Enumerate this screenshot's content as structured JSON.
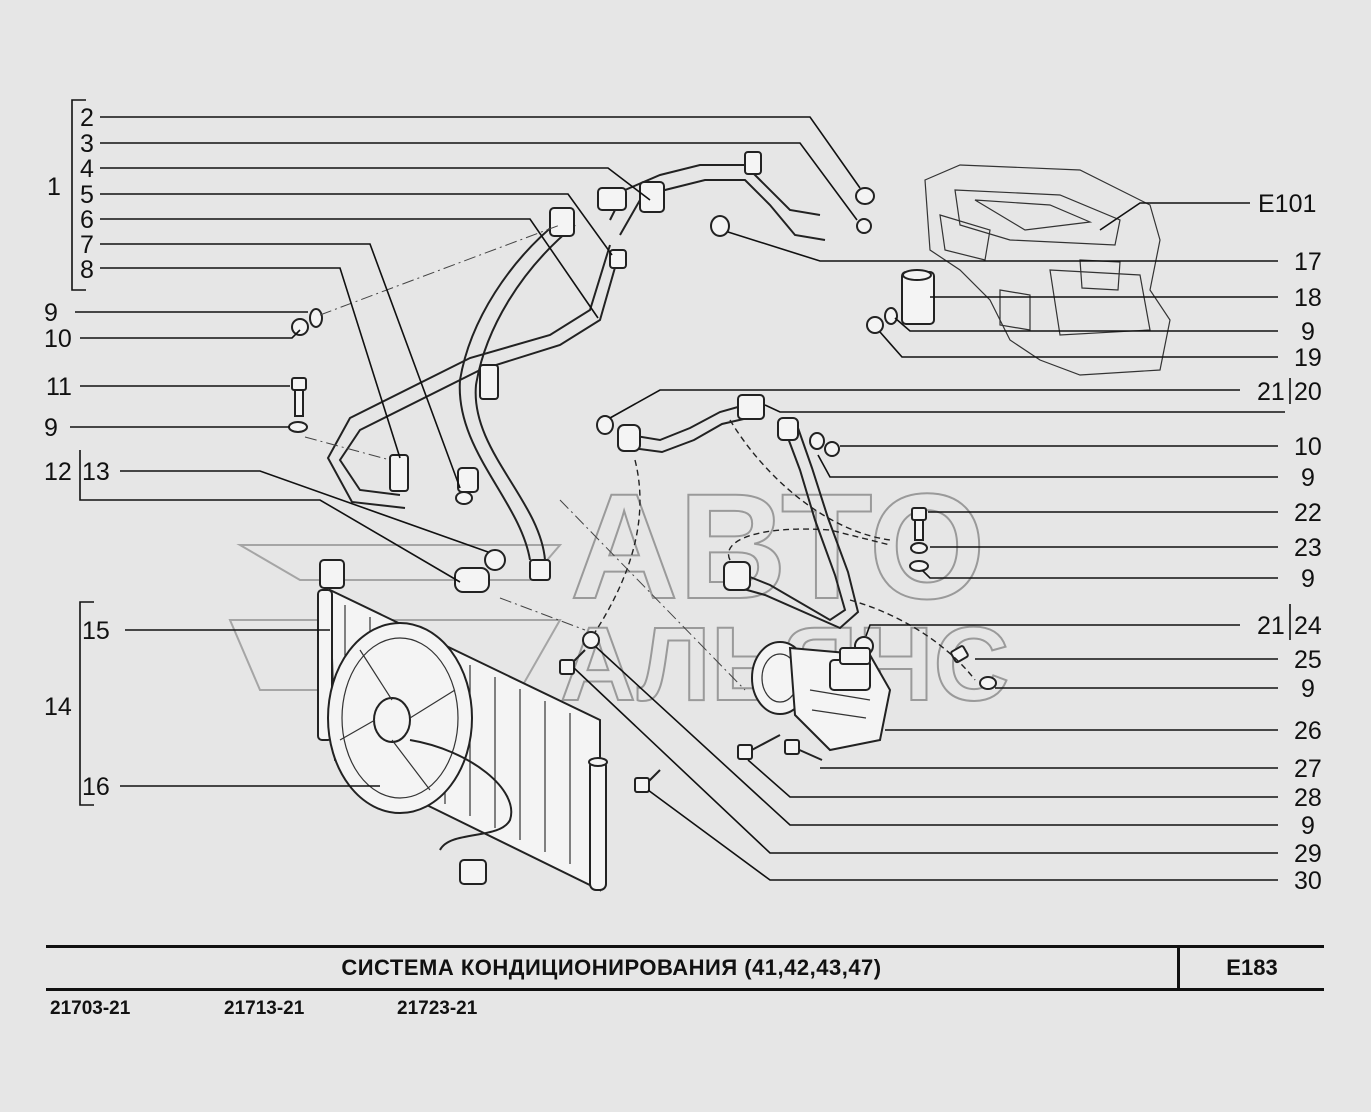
{
  "header": {
    "title": "СИСТЕМА  КОНДИЦИОНИРОВАНИЯ  (41,42,43,47)",
    "page_code": "E183"
  },
  "models": [
    "21703-21",
    "21713-21",
    "21723-21"
  ],
  "watermark": {
    "line1": "АВТО",
    "line2": "АЛЬЯНС"
  },
  "callouts": {
    "c1": "1",
    "c2": "2",
    "c3": "3",
    "c4": "4",
    "c5": "5",
    "c6": "6",
    "c7": "7",
    "c8": "8",
    "c9a": "9",
    "c10a": "10",
    "c11": "11",
    "c9b": "9",
    "c12": "12",
    "c13": "13",
    "c14": "14",
    "c15": "15",
    "c16": "16",
    "ce101": "E101",
    "c17": "17",
    "c18": "18",
    "c9c": "9",
    "c19": "19",
    "c21a": "21",
    "c20": "20",
    "c10b": "10",
    "c9d": "9",
    "c22": "22",
    "c23": "23",
    "c9e": "9",
    "c21b": "21",
    "c24": "24",
    "c25": "25",
    "c9f": "9",
    "c26": "26",
    "c27": "27",
    "c28": "28",
    "c9g": "9",
    "c29": "29",
    "c30": "30"
  },
  "colors": {
    "background": "#e6e6e6",
    "ink": "#111111",
    "watermark": "#9a9a9a"
  }
}
